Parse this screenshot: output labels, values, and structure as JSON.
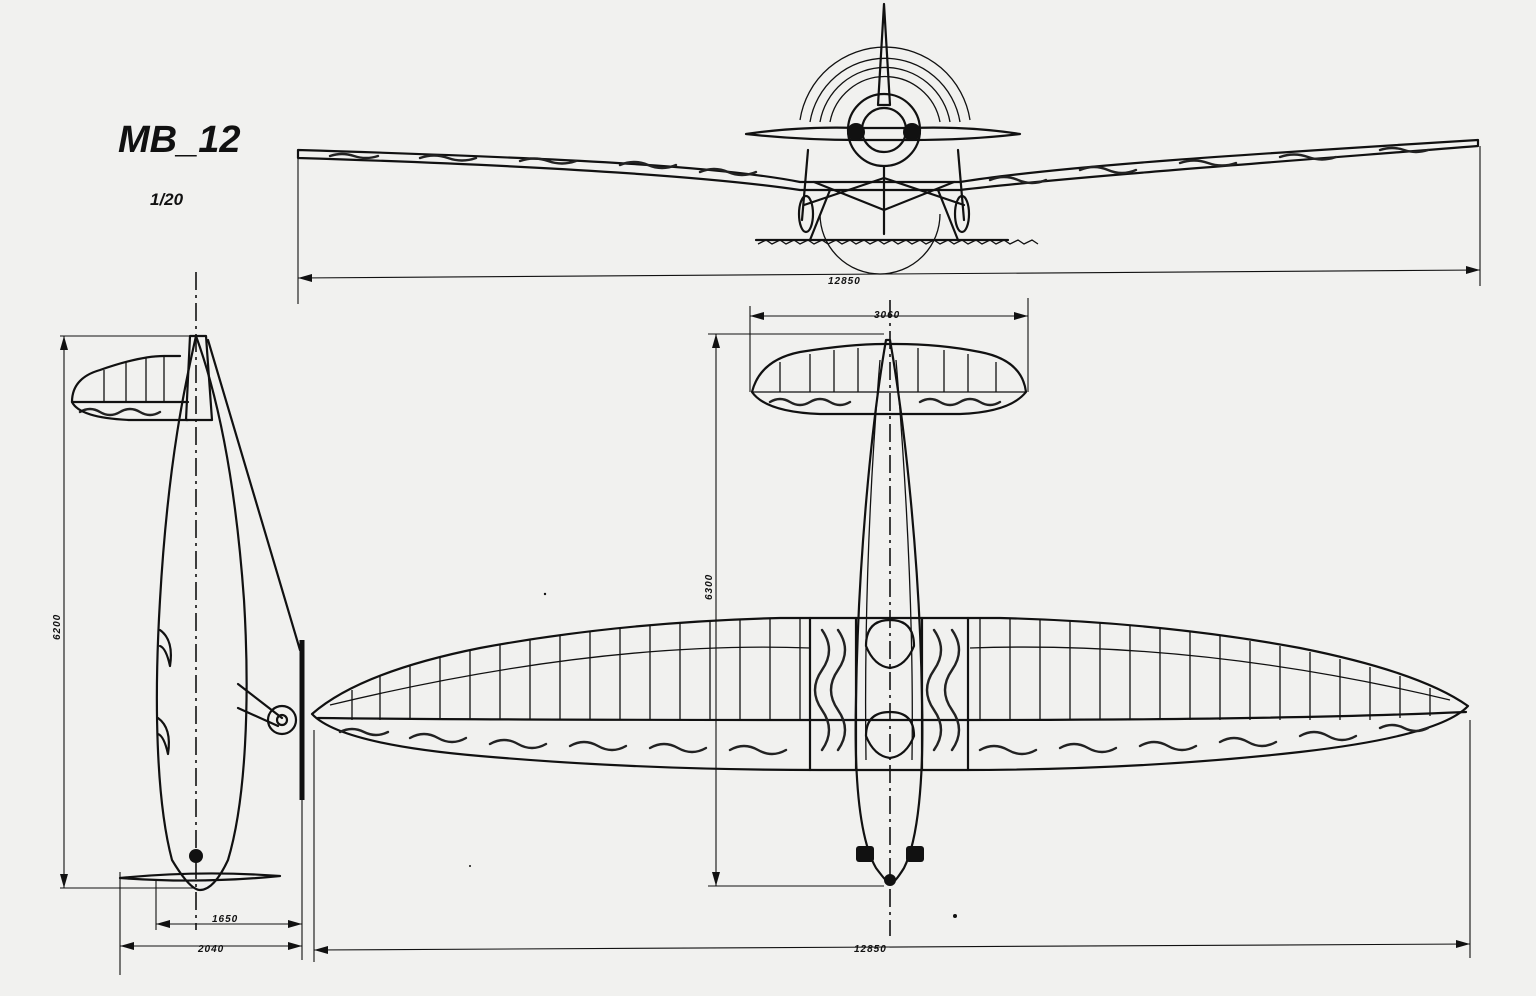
{
  "title": "MB_12",
  "scale": "1/20",
  "dimensions": {
    "front_span": "12850",
    "tail_span": "3060",
    "plan_length": "6300",
    "side_length": "6200",
    "side_dim_1": "1650",
    "side_dim_2": "2040",
    "plan_span": "12850"
  },
  "colors": {
    "ink": "#111111",
    "paper": "#f1f1ef"
  }
}
